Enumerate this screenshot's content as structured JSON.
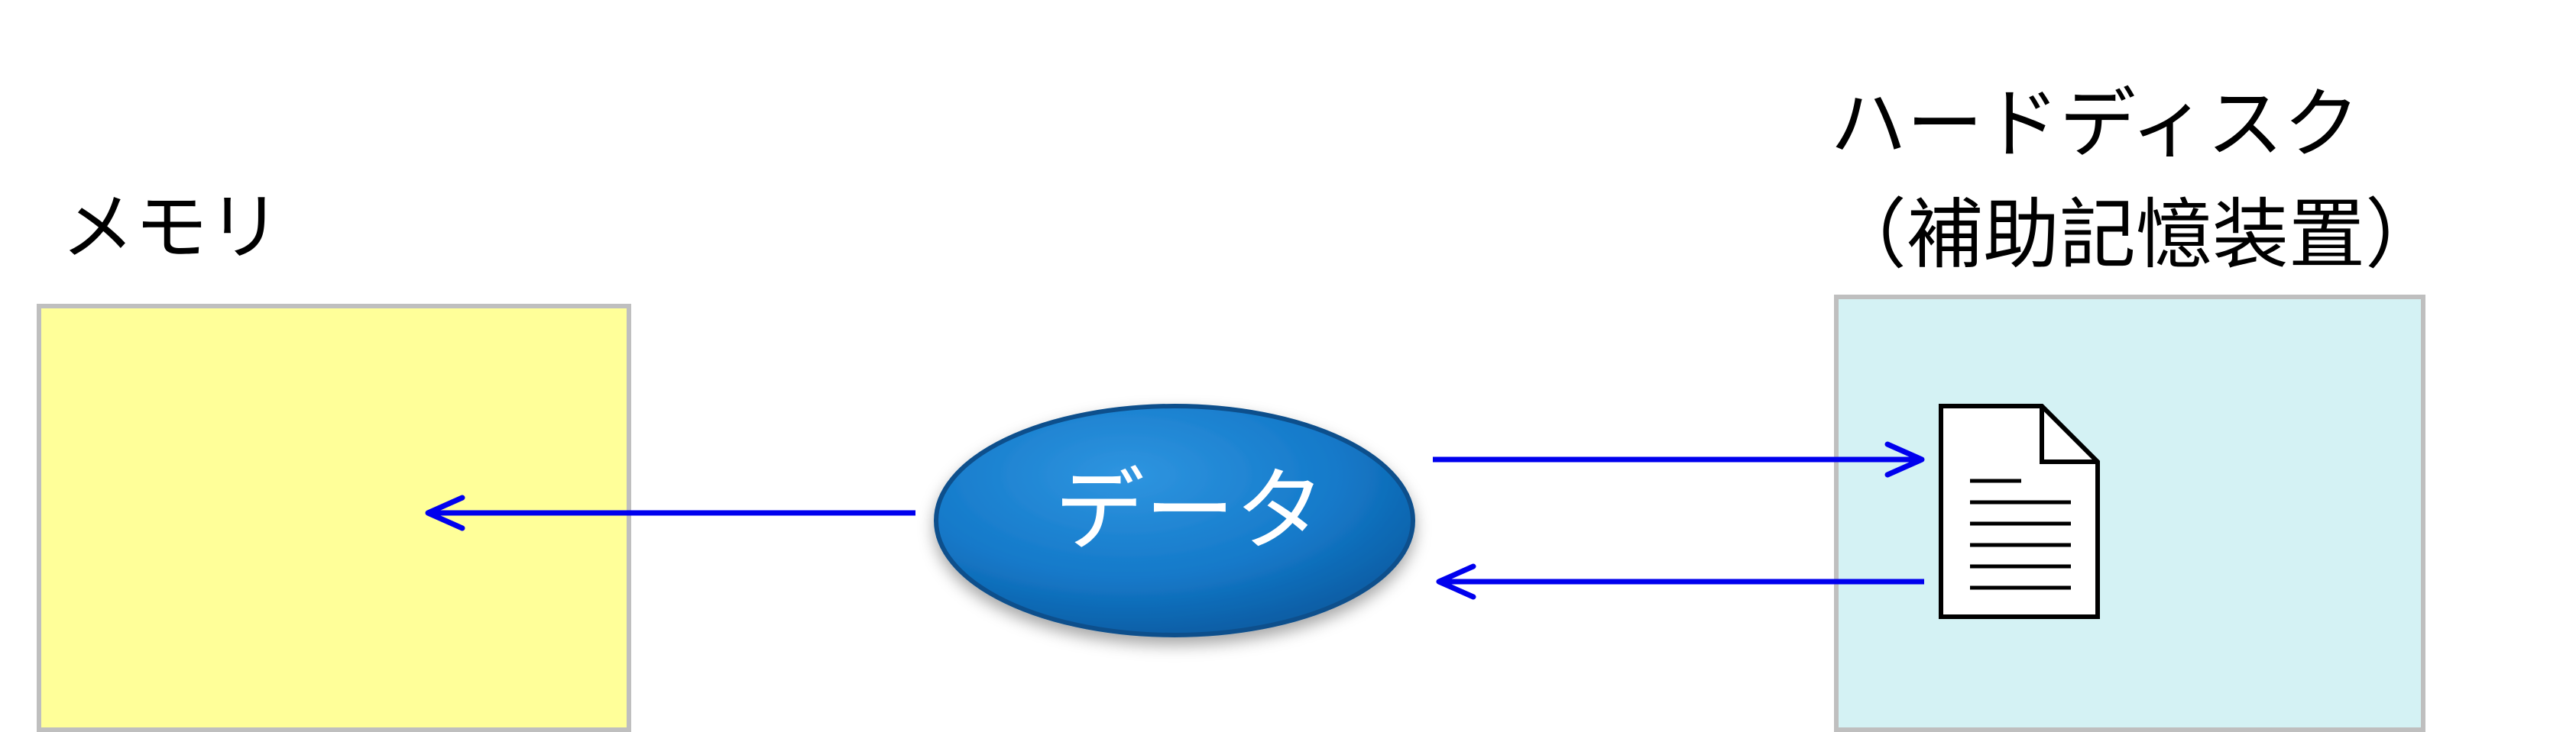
{
  "memory": {
    "label": "メモリ",
    "fill": "#ffff99"
  },
  "hdd": {
    "label_line1": "ハードディスク",
    "label_line2": "（補助記憶装置）",
    "fill": "#d4f2f4"
  },
  "data_node": {
    "label": "データ",
    "color": "#1a7fd0"
  },
  "arrow_color": "#0000ee",
  "icons": {
    "document": "document-icon"
  }
}
